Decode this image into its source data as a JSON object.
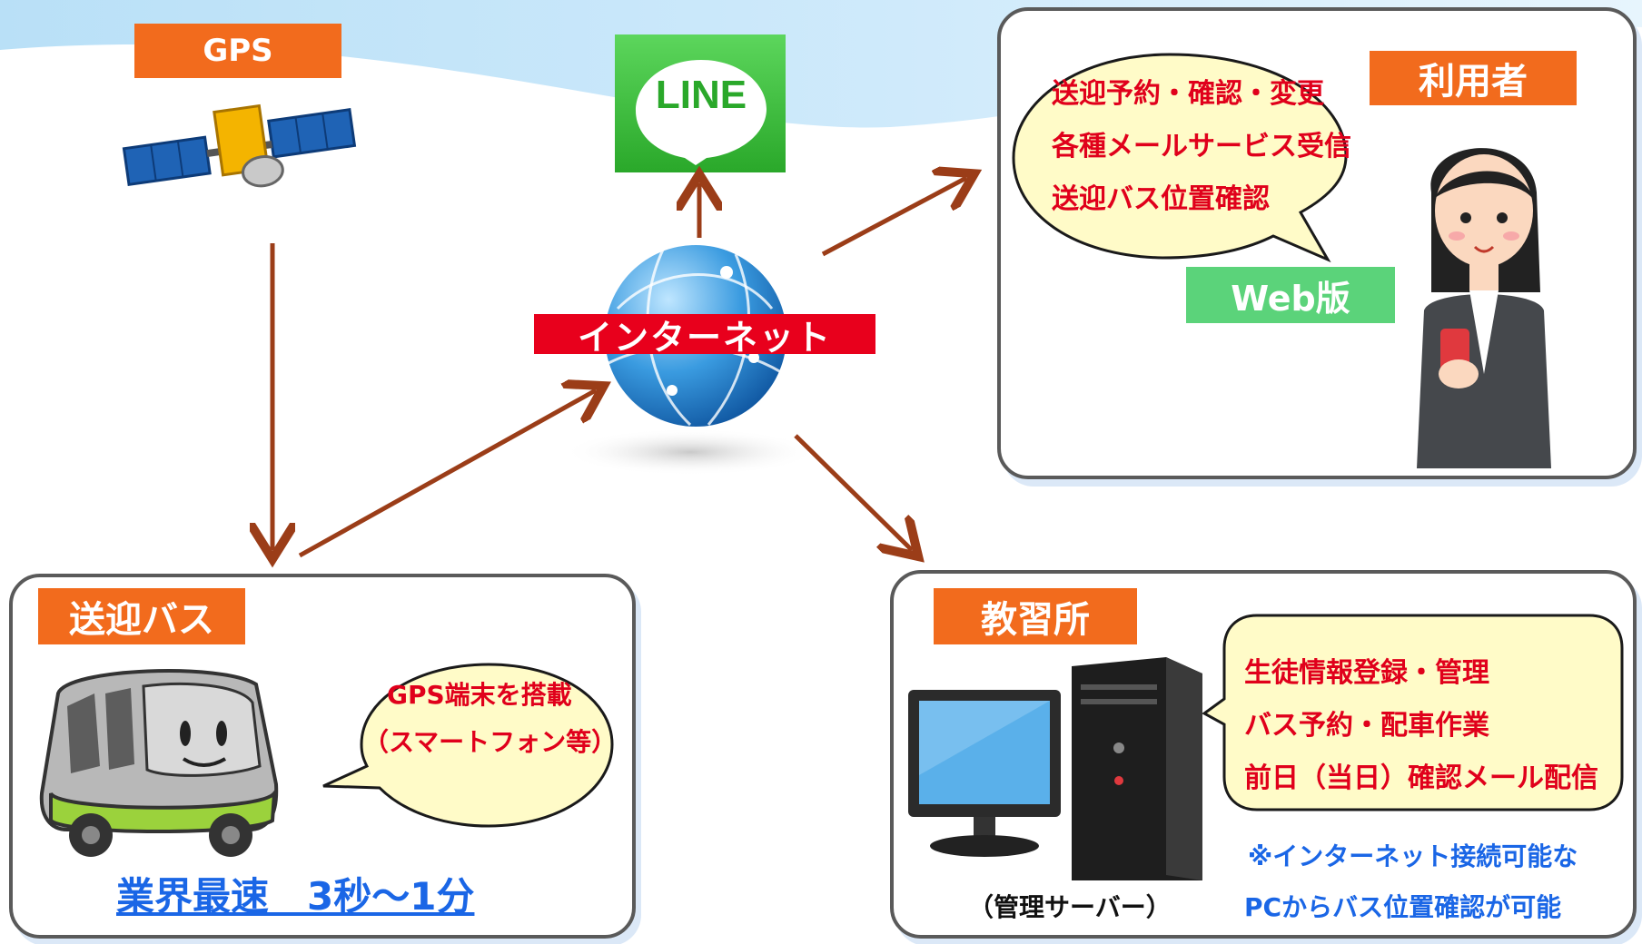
{
  "colors": {
    "label_orange": "#f26b1d",
    "arrow_brown": "#9b3d18",
    "bubble_fill": "#fffbc8",
    "red_text": "#e0001b",
    "blue_text": "#1a66e6",
    "line_green": "#3cc03c",
    "web_green": "#5bd37a"
  },
  "gps": {
    "label": "GPS",
    "icon": "satellite-icon"
  },
  "line": {
    "logo_text": "LINE",
    "icon": "line-app-icon"
  },
  "internet": {
    "label": "インターネット",
    "icon": "globe-icon"
  },
  "user_panel": {
    "label": "利用者",
    "bubble_lines": [
      "送迎予約・確認・変更",
      "各種メールサービス受信",
      "送迎バス位置確認"
    ],
    "web_badge": "Web版",
    "icon": "woman-with-smartphone-icon"
  },
  "bus_panel": {
    "label": "送迎バス",
    "bubble_lines": [
      "GPS端末を搭載",
      "（スマートフォン等）"
    ],
    "speed_text": "業界最速　3秒～1分",
    "icon": "bus-icon"
  },
  "school_panel": {
    "label": "教習所",
    "bubble_lines": [
      "生徒情報登録・管理",
      "バス予約・配車作業",
      "前日（当日）確認メール配信"
    ],
    "pc_caption": "（管理サーバー）",
    "note_lines": [
      "※インターネット接続可能な",
      "PCからバス位置確認が可能"
    ],
    "icon": "desktop-pc-icon"
  }
}
